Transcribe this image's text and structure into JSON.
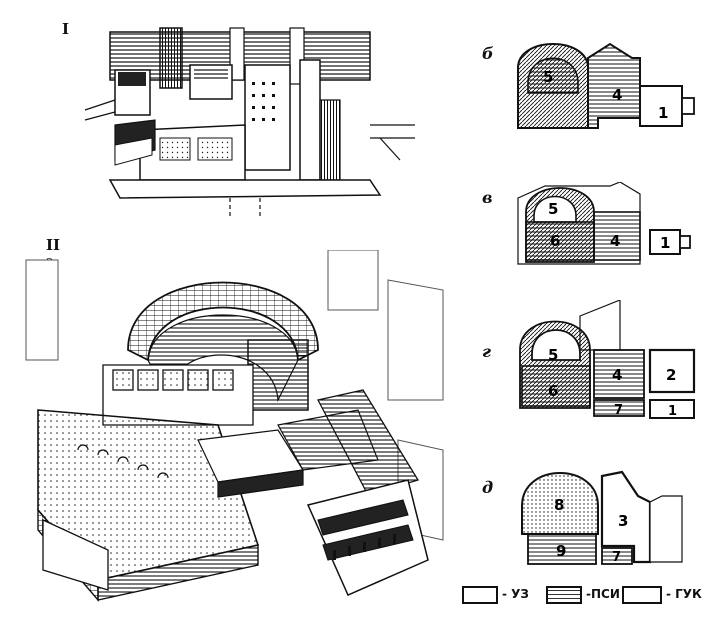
{
  "labels": {
    "view1": "I",
    "view2": "II",
    "view2_sub": "э",
    "plan_b": "б",
    "plan_v": "в",
    "plan_g": "г",
    "plan_d": "д"
  },
  "plans": {
    "b": {
      "z1": "5",
      "z2": "4",
      "z3": "1"
    },
    "v": {
      "z1": "5",
      "z2": "6",
      "z3": "4",
      "z4": "1"
    },
    "g": {
      "z1": "5",
      "z2": "6",
      "z3": "4",
      "z4": "2",
      "z5": "7",
      "z6": "1"
    },
    "d": {
      "z1": "8",
      "z2": "3",
      "z3": "9",
      "z4": "7"
    }
  },
  "legend": {
    "uz": "- УЗ",
    "psi": "-ПСИ",
    "guk": "- ГУК"
  }
}
